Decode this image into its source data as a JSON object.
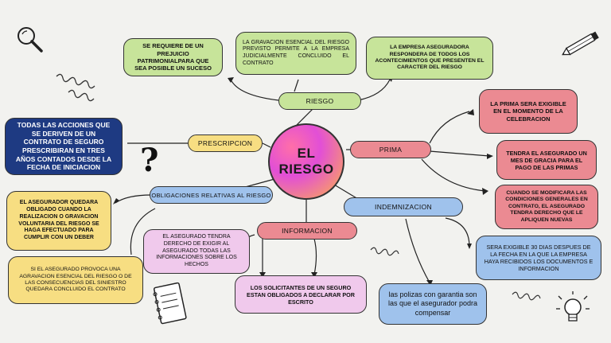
{
  "center": {
    "title_line1": "EL",
    "title_line2": "RIESGO"
  },
  "branches": {
    "riesgo": "RIESGO",
    "prescripcion": "PRESCRIPCION",
    "prima": "PRIMA",
    "obligaciones": "OBLIGACIONES RELATIVAS AL RIESGO",
    "indemnizacion": "INDEMNIZACION",
    "informacion": "INFORMACION"
  },
  "nodes": {
    "prejuicio": "SE REQUIERE DE UN PREJUICIO PATRIMONIALPARA QUE SEA POSIBLE UN SUCESO",
    "gravacion": "LA GRAVACION ESENCIAL DEL RIESGO PREVISTO PERMITE A LA EMPRESA JUDICIALMENTE CONCLUIDO EL CONTRATO",
    "empresa": "LA EMPRESA ASEGURADORA RESPONDERA DE TODOS LOS ACONTECIMIENTOS QUE PRESENTEN EL CARACTER DEL RIESGO",
    "prima_exigible": "LA PRIMA SERA EXIGIBLE EN EL MOMENTO DE LA CELEBRACION",
    "acciones": "TODAS LAS ACCIONES QUE SE DERIVEN DE UN CONTRATO DE SEGURO PRESCRIBIRAN EN TRES AÑOS CONTADOS DESDE LA FECHA DE INICIACION",
    "mes_gracia": "TENDRA EL ASEGURADO UN MES DE GRACIA PARA EL PAGO DE LAS PRIMAS",
    "condiciones": "CUANDO SE MODIFICARA LAS CONDICIONES GENERALES EN CONTRATO, EL ASEGURADO TENDRA DERECHO QUE LE APLIQUEN NUEVAS",
    "obligado": "EL ASEGURADOR QUEDARA OBLIGADO CUANDO LA REALIZACION O GRAVACION VOLUNTARIA DEL RIESGO SE HAGA EFECTUADO PARA CUMPLIR CON UN DEBER",
    "derecho": "EL ASEGURADO TENDRA DERECHO DE EXIGIR AL ASEGURADO TODAS LAS INFORMACIONES SOBRE LOS HECHOS",
    "treinta_dias": "SERA EXIGIBLE 30 DIAS DESPUES DE LA FECHA EN LA QUE LA EMPRESA HAYA RECIBIDOS LOS DOCUMENTOS E INFORMACION",
    "provoca": "SI EL ASEGURADO PROVOCA UNA AGRAVACION ESENCIAL DEL RIESGO O DE LAS CONSECUENCIAS DEL SINIESTRO QUEDARA CONCLUIDO EL CONTRATO",
    "solicitantes": "LOS SOLICITANTES DE UN SEGURO ESTAN OBLIGADOS A DECLARAR POR ESCRITO",
    "polizas": "las polizas con garantia son las que el asegurador podra compensar"
  },
  "doodles": {
    "question_mark": "?"
  },
  "colors": {
    "green": "#c7e49a",
    "pink": "#eb8a92",
    "blue": "#9fc2ec",
    "yellow": "#f7de82",
    "lavender": "#f0c9ec",
    "navy": "#1e3a82",
    "background": "#f2f2ef"
  },
  "icons": [
    "magnifier-icon",
    "pencil-icon",
    "notebook-icon",
    "lightbulb-icon",
    "spiral-doodle",
    "question-mark-doodle"
  ]
}
